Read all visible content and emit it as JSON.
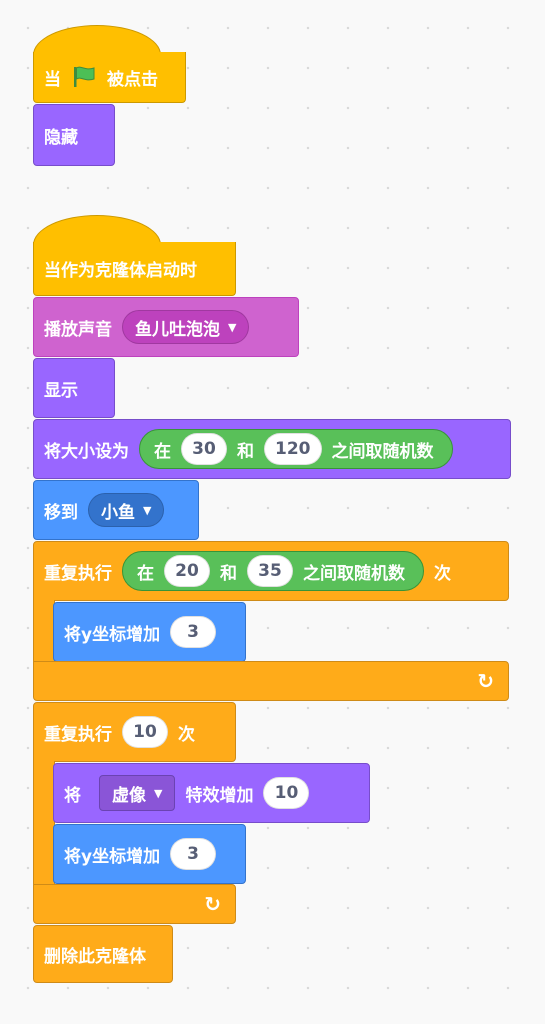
{
  "colors": {
    "event": "#ffbf00",
    "looks": "#9966ff",
    "sound": "#cf63cf",
    "motion": "#4c97ff",
    "control": "#ffab19",
    "operators": "#59c059"
  },
  "script1": {
    "hat": {
      "prefix": "当",
      "icon": "green-flag-icon",
      "suffix": "被点击"
    },
    "hide": "隐藏"
  },
  "script2": {
    "hat": "当作为克隆体启动时",
    "play_sound": {
      "label": "播放声音",
      "sound": "鱼儿吐泡泡"
    },
    "show": "显示",
    "set_size": {
      "label": "将大小设为",
      "random": {
        "prefix": "在",
        "from": "30",
        "mid": "和",
        "to": "120",
        "suffix": "之间取随机数"
      }
    },
    "go_to": {
      "label": "移到",
      "target": "小鱼"
    },
    "repeat1": {
      "label": "重复执行",
      "random": {
        "prefix": "在",
        "from": "20",
        "mid": "和",
        "to": "35",
        "suffix": "之间取随机数"
      },
      "suffix": "次",
      "change_y": {
        "label": "将y坐标增加",
        "value": "3"
      }
    },
    "repeat2": {
      "label": "重复执行",
      "count": "10",
      "suffix": "次",
      "change_effect": {
        "prefix": "将",
        "effect": "虚像",
        "middle": "特效增加",
        "value": "10"
      },
      "change_y": {
        "label": "将y坐标增加",
        "value": "3"
      }
    },
    "delete_clone": "删除此克隆体"
  }
}
